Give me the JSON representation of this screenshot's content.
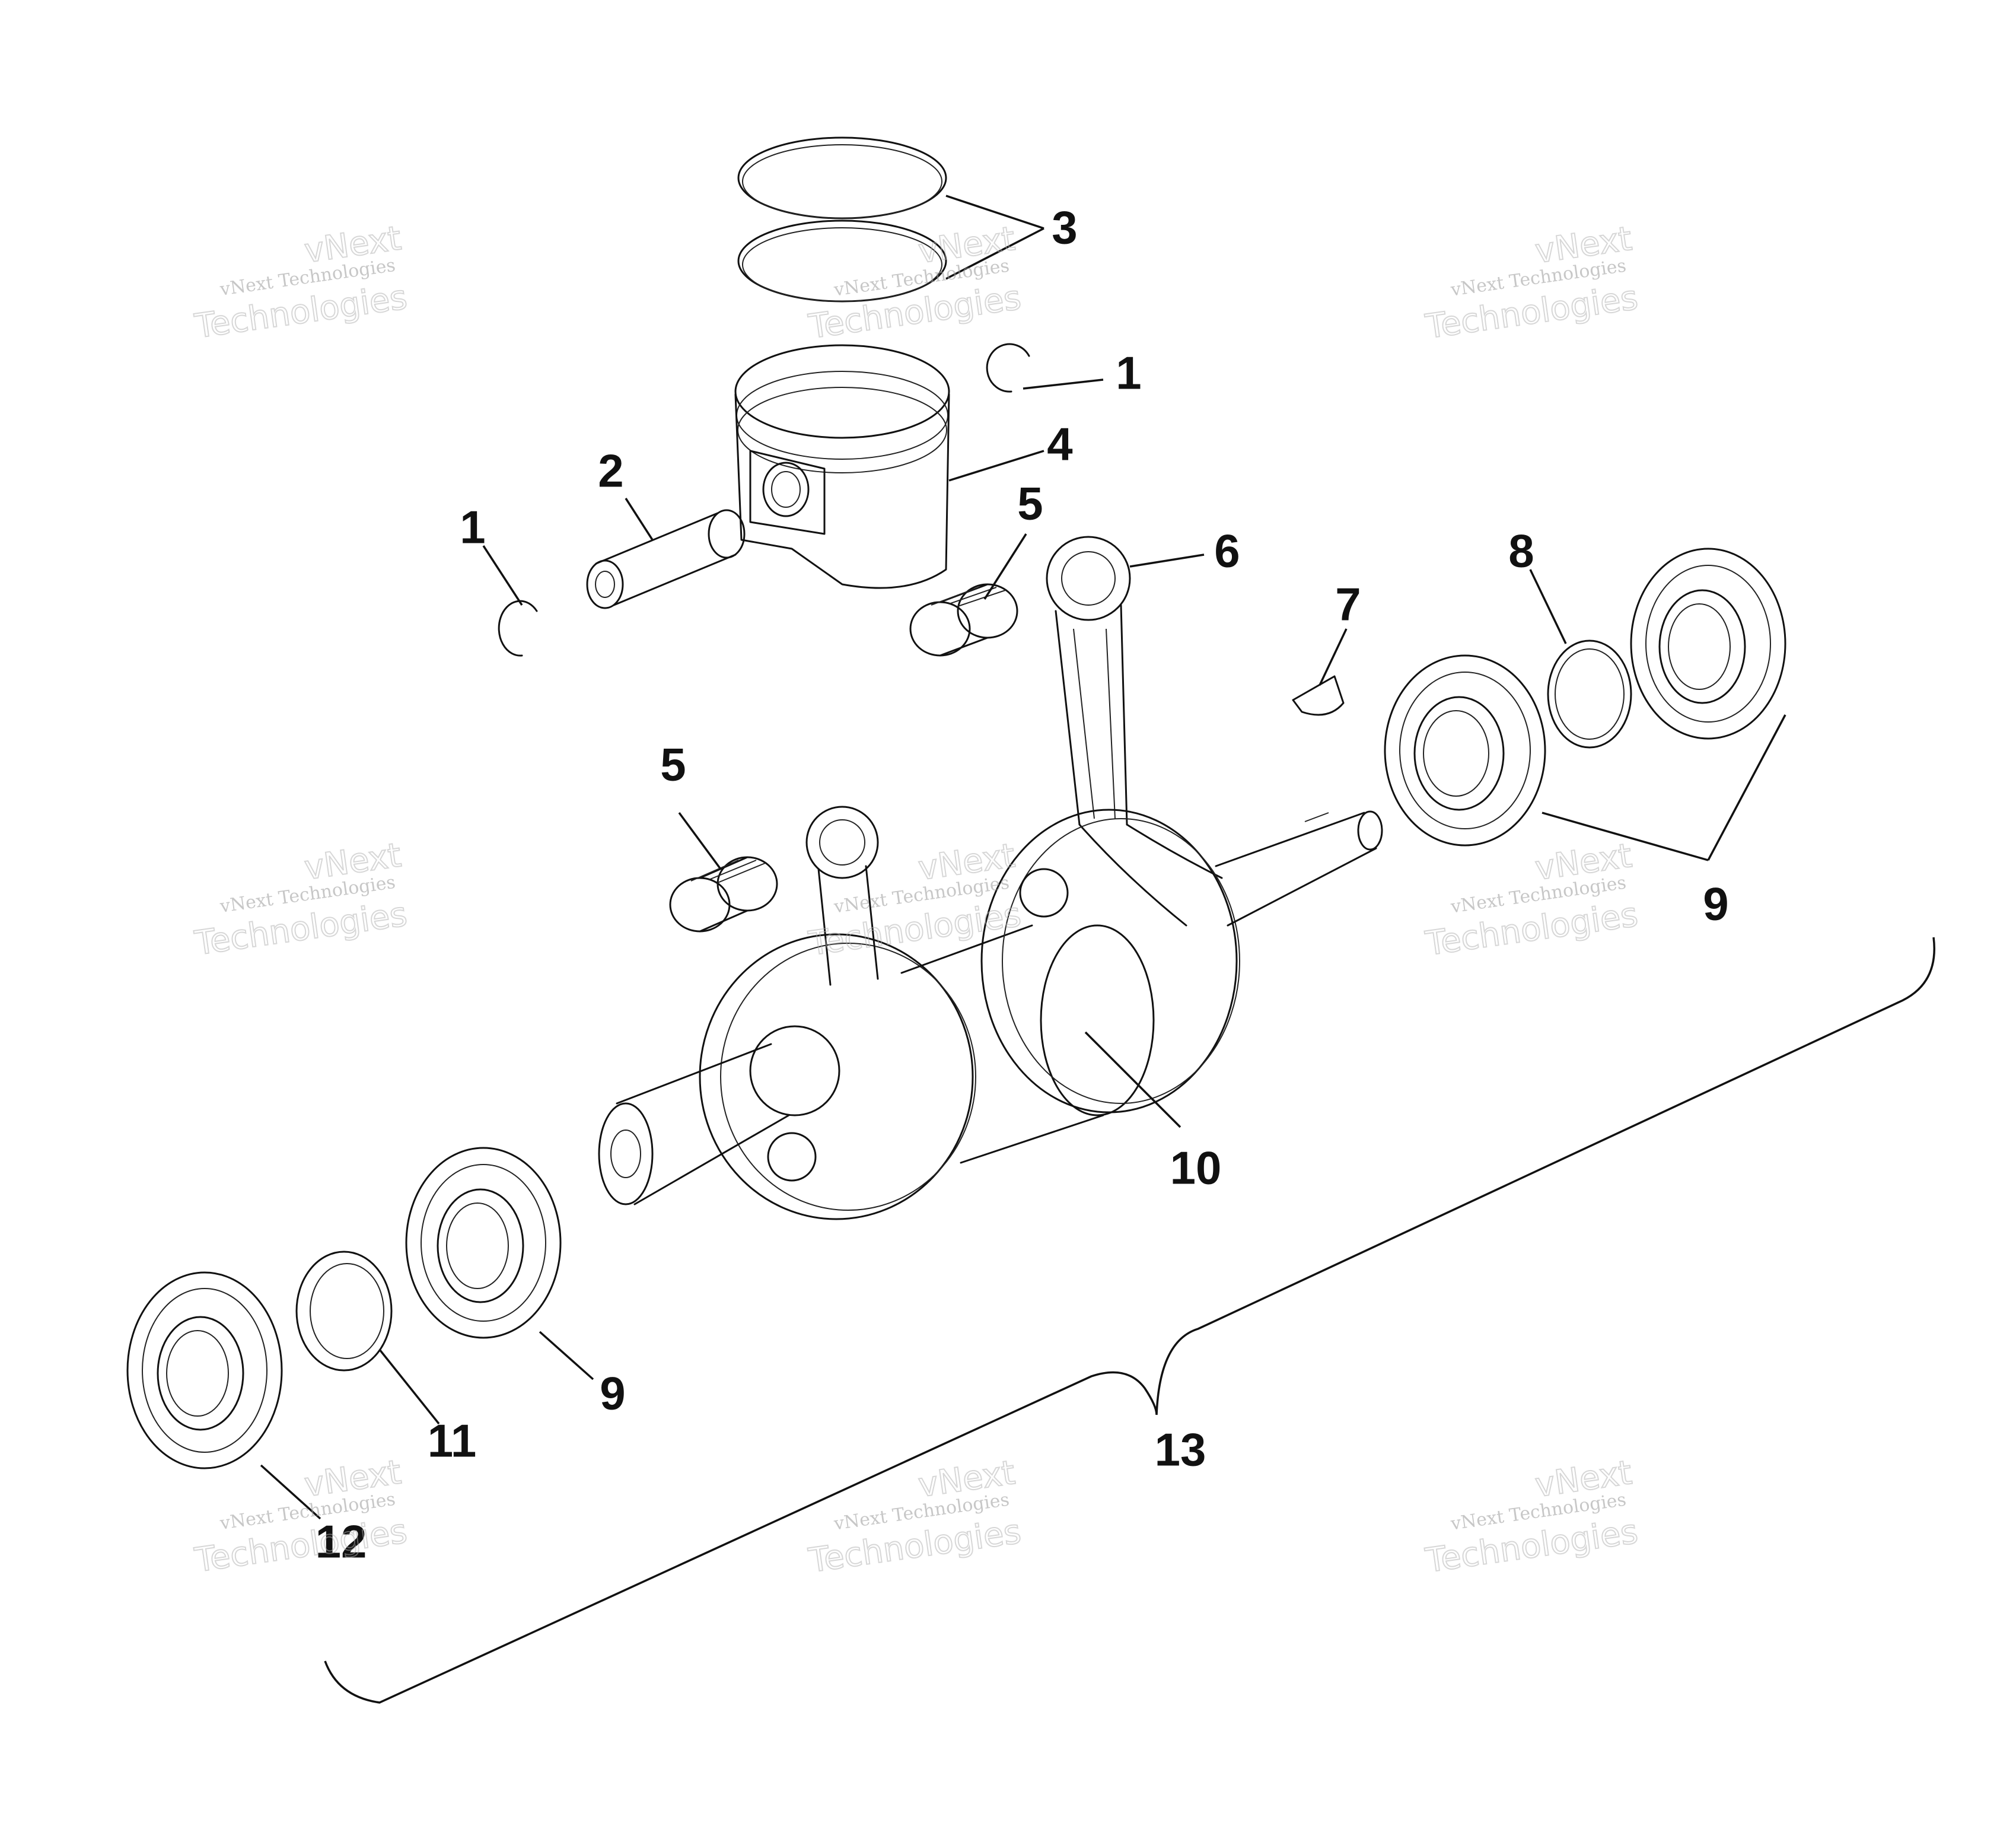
{
  "watermark": {
    "line1": "vNext Technologies",
    "line2": "vNext",
    "line3": "Technologies"
  },
  "callouts": {
    "c1a": "1",
    "c1b": "1",
    "c2": "2",
    "c3": "3",
    "c4": "4",
    "c5a": "5",
    "c5b": "5",
    "c6": "6",
    "c7": "7",
    "c8": "8",
    "c9a": "9",
    "c9b": "9",
    "c10": "10",
    "c11": "11",
    "c12": "12",
    "c13": "13"
  }
}
